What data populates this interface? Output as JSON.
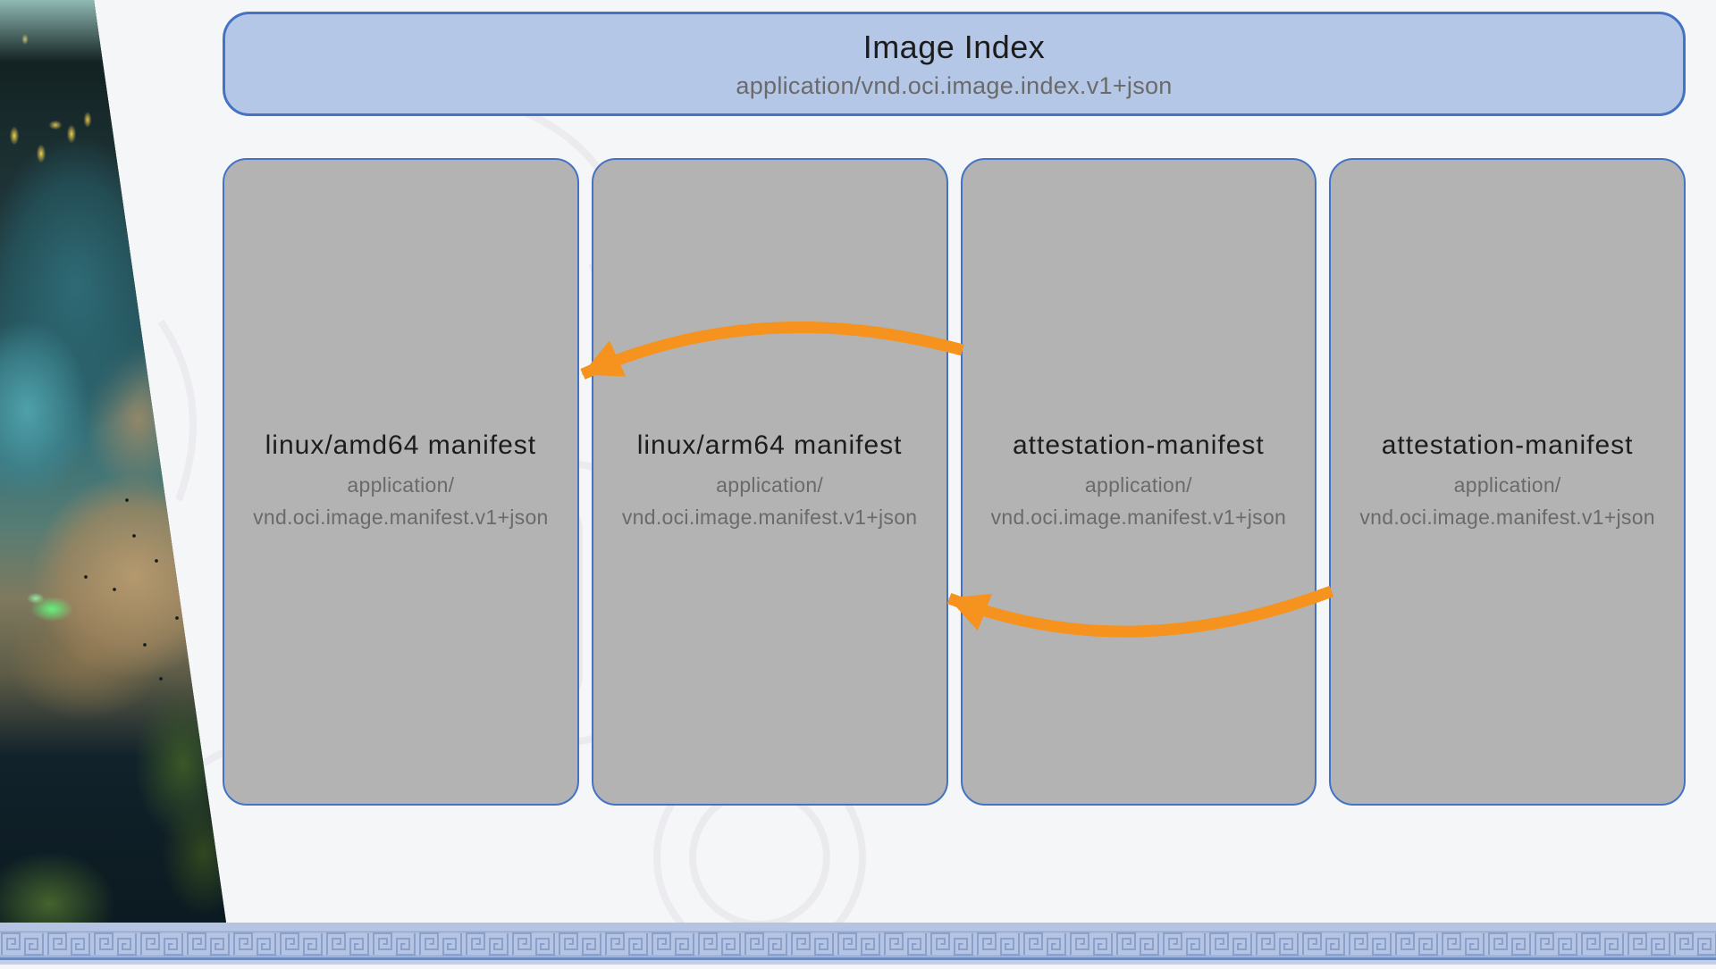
{
  "diagram": {
    "index": {
      "title": "Image Index",
      "media_type": "application/vnd.oci.image.index.v1+json"
    },
    "manifests": [
      {
        "id": "linux-amd64-manifest",
        "title": "linux/amd64 manifest",
        "media_type_line1": "application/",
        "media_type_line2": "vnd.oci.image.manifest.v1+json"
      },
      {
        "id": "linux-arm64-manifest",
        "title": "linux/arm64 manifest",
        "media_type_line1": "application/",
        "media_type_line2": "vnd.oci.image.manifest.v1+json"
      },
      {
        "id": "attestation-manifest-1",
        "title": "attestation-manifest",
        "media_type_line1": "application/",
        "media_type_line2": "vnd.oci.image.manifest.v1+json"
      },
      {
        "id": "attestation-manifest-2",
        "title": "attestation-manifest",
        "media_type_line1": "application/",
        "media_type_line2": "vnd.oci.image.manifest.v1+json"
      }
    ],
    "arrows": [
      {
        "from": "attestation-manifest-1",
        "to": "linux-amd64-manifest",
        "color": "#f6921e"
      },
      {
        "from": "attestation-manifest-2",
        "to": "linux-arm64-manifest",
        "color": "#f6921e"
      }
    ],
    "colors": {
      "background": "#f5f6f7",
      "index_box_fill": "#b4c7e7",
      "manifest_box_fill": "#b3b3b3",
      "box_border_blue": "#4472c4",
      "arrow_orange": "#f6921e",
      "title_text": "#1c1c1c",
      "subtitle_text": "#6a6a6a",
      "bottom_strip_fill": "#b5c4e3",
      "bottom_strip_line": "#93a8d0"
    },
    "decorations": {
      "left_artwork": "fantasy-city-aerial-illustration",
      "bottom_border": "greek-key-meander-pattern",
      "background_watermark": "faint-line-art-pattern"
    }
  }
}
